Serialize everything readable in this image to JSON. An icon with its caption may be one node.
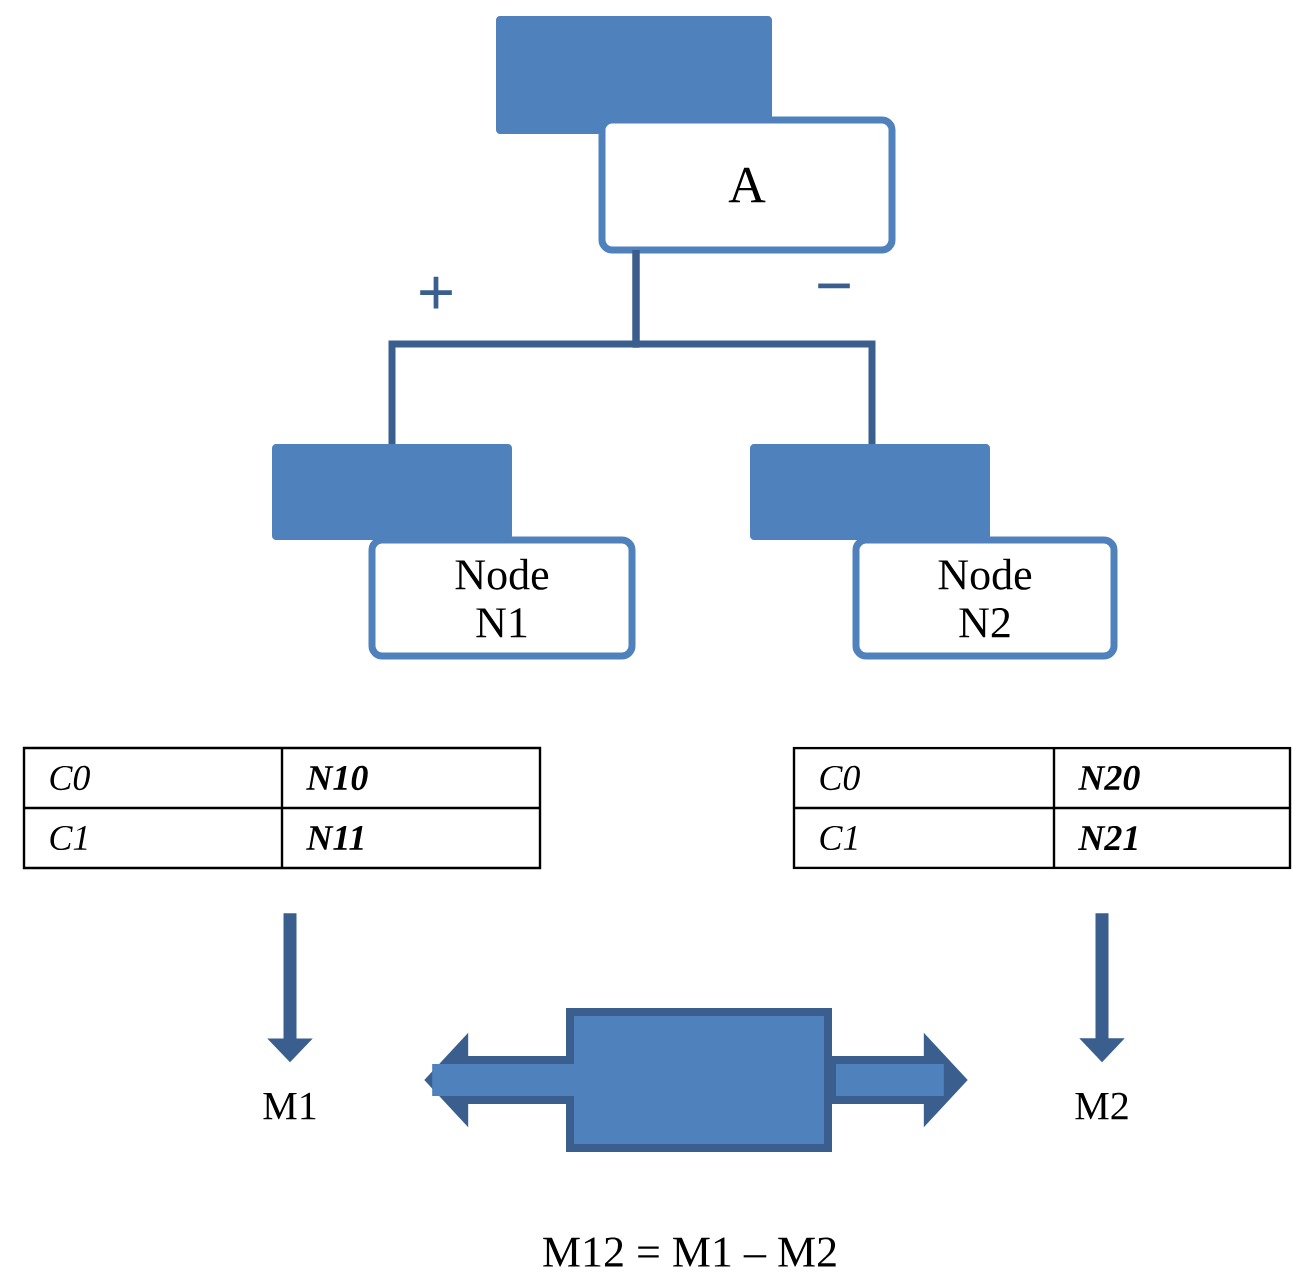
{
  "diagram": {
    "nodes": [
      {
        "text": [
          "A"
        ]
      },
      {
        "text": [
          "Node N1"
        ]
      },
      {
        "text": [
          "Node N2"
        ]
      },
      {
        "text": [
          "C0",
          "N10",
          "C1",
          "N11"
        ]
      },
      {
        "text": [
          "C0",
          "N20",
          "C1",
          "N21"
        ]
      },
      {
        "text": [
          "M1"
        ]
      },
      {
        "text": [
          "M2"
        ]
      }
    ],
    "edges": [
      {
        "from": 0,
        "to": 1,
        "arrow": "none",
        "label": "+"
      },
      {
        "from": 0,
        "to": 2,
        "arrow": "none",
        "label": "−"
      },
      {
        "from": 3,
        "to": 5,
        "arrow": "to"
      },
      {
        "from": 4,
        "to": 6,
        "arrow": "to"
      },
      {
        "from": 5,
        "to": 6,
        "arrow": "both",
        "style": "thick"
      }
    ],
    "labels": [
      "M12 = M1 – M2"
    ]
  }
}
